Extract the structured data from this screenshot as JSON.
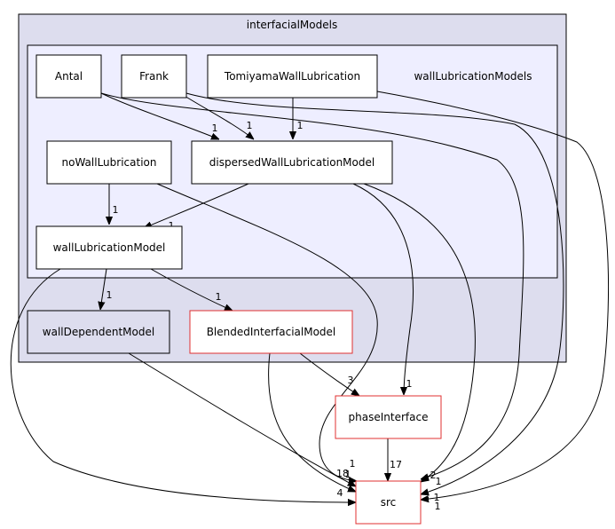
{
  "clusters": {
    "outer": {
      "label": "interfacialModels"
    },
    "inner": {
      "label": "wallLubricationModels"
    }
  },
  "nodes": {
    "antal": "Antal",
    "frank": "Frank",
    "tomiyama": "TomiyamaWallLubrication",
    "noWall": "noWallLubrication",
    "dispersed": "dispersedWallLubricationModel",
    "wallLub": "wallLubricationModel",
    "wallDep": "wallDependentModel",
    "blended": "BlendedInterfacialModel",
    "phaseInterface": "phaseInterface",
    "src": "src"
  },
  "edge_labels": {
    "antal_dispersed": "1",
    "frank_dispersed": "1",
    "tomiyama_dispersed": "1",
    "noWall_wallLub": "1",
    "dispersed_wallLub": "1",
    "wallLub_wallDep": "1",
    "wallLub_blended": "1",
    "blended_phase": "3",
    "dispersed_phase": "1",
    "phase_src": "17",
    "wallLub_src": "4",
    "wallDep_src": "1",
    "blended_src": "18",
    "noWall_src": "1",
    "dispersed_src": "2",
    "antal_src": "1",
    "frank_src": "1",
    "tomiyama_src": "1"
  },
  "colors": {
    "outer_cluster_fill": "#ddddee",
    "inner_cluster_fill": "#eeeeff",
    "highlight_border": "#e03030"
  }
}
